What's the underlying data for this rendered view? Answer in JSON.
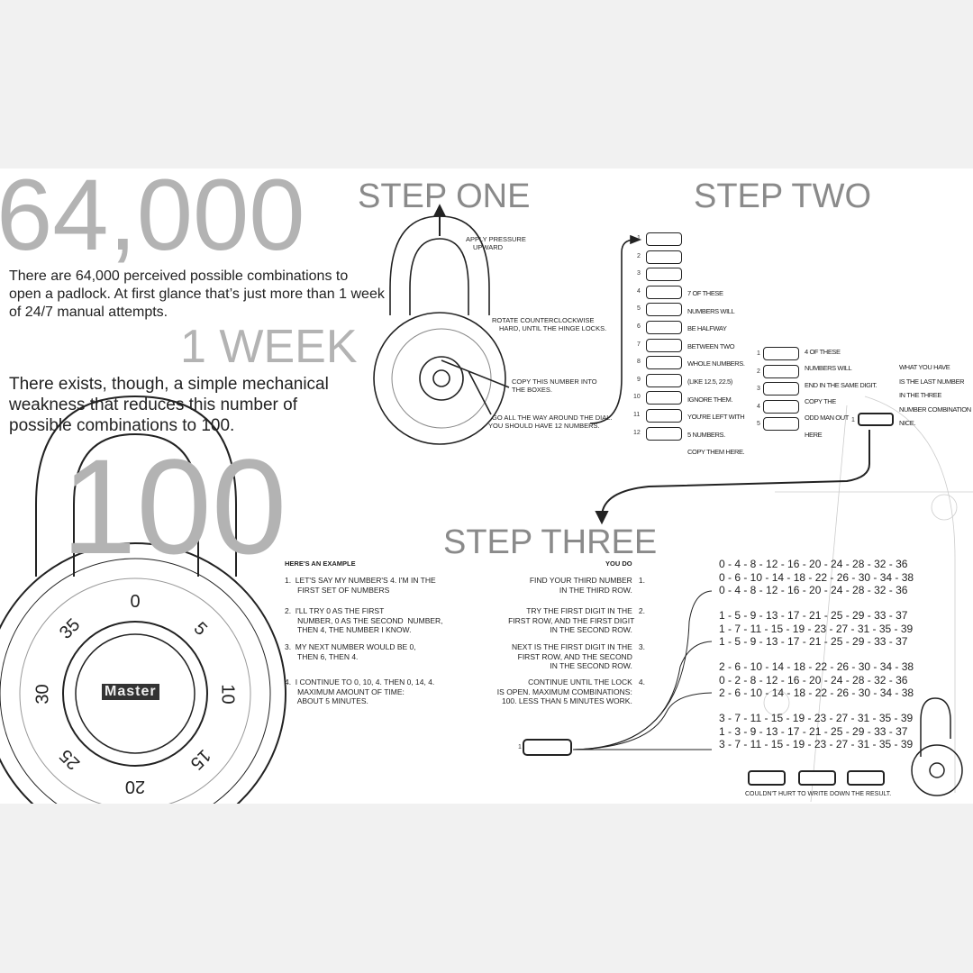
{
  "headline": {
    "big_number": "64,000",
    "week": "1 WEEK",
    "hundred": "100"
  },
  "intro": {
    "line1": "There are 64,000 perceived possible combinations to",
    "line2": "open a padlock. At first glance that’s just more than 1 week",
    "line3": "of 24/7 manual attempts.",
    "weak1": "There exists, though, a simple mechanical",
    "weak2": "weakness that reduces this number of",
    "weak3": "possible combinations to 100."
  },
  "lock": {
    "brand": "Master",
    "dial_numbers": [
      "0",
      "5",
      "10",
      "15",
      "20",
      "25",
      "30",
      "35"
    ]
  },
  "step_one": {
    "title": "STEP ONE",
    "notes": {
      "pressure1": "APPLY PRESSURE",
      "pressure2": "UPWARD",
      "rotate1": "ROTATE COUNTERCLOCKWISE",
      "rotate2": "HARD, UNTIL THE HINGE LOCKS.",
      "copy1": "COPY THIS NUMBER INTO",
      "copy2": "THE BOXES.",
      "around1": "GO ALL THE WAY AROUND THE DIAL.",
      "around2": "YOU SHOULD HAVE 12 NUMBERS."
    }
  },
  "step_two": {
    "title": "STEP TWO",
    "box_numbers": [
      "1",
      "2",
      "3",
      "4",
      "5",
      "6",
      "7",
      "8",
      "9",
      "10",
      "11",
      "12"
    ],
    "col1_text": [
      "7 OF THESE",
      "NUMBERS WILL",
      "BE HALFWAY",
      "BETWEEN  TWO",
      "WHOLE NUMBERS.",
      "(LIKE 12.5, 22.5)",
      "IGNORE THEM.",
      "YOU'RE LEFT WITH",
      "5 NUMBERS.",
      "COPY THEM HERE."
    ],
    "col2_numbers": [
      "1",
      "2",
      "3",
      "4",
      "5"
    ],
    "col2_text": [
      "4 OF THESE",
      "NUMBERS WILL",
      "END IN THE SAME DIGIT.",
      "COPY THE",
      "ODD MAN OUT",
      "HERE"
    ],
    "col3_number": "1",
    "col3_text": [
      "WHAT YOU HAVE",
      "IS THE LAST NUMBER",
      "IN THE THREE",
      "NUMBER COMBINATION",
      "NICE."
    ]
  },
  "step_three": {
    "title": "STEP THREE",
    "example_heading": "HERE'S AN EXAMPLE",
    "you_do_heading": "YOU DO",
    "example": [
      [
        "1.  LET'S SAY MY NUMBER'S 4. I'M IN THE",
        "      FIRST SET OF NUMBERS"
      ],
      [
        "2.  I'LL TRY 0 AS THE FIRST",
        "      NUMBER, 0 AS THE SECOND  NUMBER,",
        "      THEN 4, THE NUMBER I KNOW."
      ],
      [
        "3.  MY NEXT NUMBER WOULD BE 0,",
        "      THEN 6, THEN 4."
      ],
      [
        "4.  I CONTINUE TO 0, 10, 4. THEN 0, 14, 4.",
        "      MAXIMUM AMOUNT OF TIME:",
        "      ABOUT 5 MINUTES."
      ]
    ],
    "you_do": [
      [
        "FIND YOUR THIRD NUMBER   1.",
        "IN THE THIRD ROW.      "
      ],
      [
        "TRY THE FIRST DIGIT IN THE   2.",
        "FIRST ROW, AND THE FIRST DIGIT     ",
        "IN THE SECOND ROW.      "
      ],
      [
        "NEXT IS THE FIRST DIGIT IN THE   3.",
        "FIRST ROW, AND THE SECOND      ",
        "IN THE SECOND ROW.      "
      ],
      [
        "CONTINUE UNTIL THE LOCK   4.",
        "IS OPEN. MAXIMUM COMBINATIONS:      ",
        "100. LESS THAN 5 MINUTES WORK.      "
      ]
    ],
    "input_number": "1",
    "rows": [
      [
        "0 - 4 - 8 - 12 - 16 - 20 - 24 - 28 - 32 - 36",
        "0 - 6 - 10 - 14 - 18 - 22 - 26 - 30 - 34 - 38",
        "0 - 4 - 8 - 12 - 16 - 20 - 24 - 28 - 32 - 36"
      ],
      [
        "1 - 5 - 9 - 13 - 17 - 21 - 25 - 29 - 33 - 37",
        "1 - 7 - 11 - 15 - 19 - 23 - 27 - 31 - 35 - 39",
        "1 - 5 - 9 - 13 - 17 - 21 - 25 - 29 - 33 - 37"
      ],
      [
        "2 - 6 - 10 - 14 - 18 - 22 - 26 - 30 - 34 - 38",
        "0 - 2 - 8 - 12 - 16 - 20 - 24 - 28 - 32 - 36",
        "2 - 6 - 10 - 14 - 18 - 22 - 26 - 30 - 34 - 38"
      ],
      [
        "3 - 7 - 11 - 15 - 19 - 23 - 27 - 31 - 35 - 39",
        "1 - 3 - 9 - 13 - 17 - 21 - 25 - 29 - 33 - 37",
        "3 - 7 - 11 - 15 - 19 - 23 - 27 - 31 - 35 - 39"
      ]
    ],
    "result_caption": "COULDN'T HURT TO WRITE DOWN THE RESULT."
  }
}
